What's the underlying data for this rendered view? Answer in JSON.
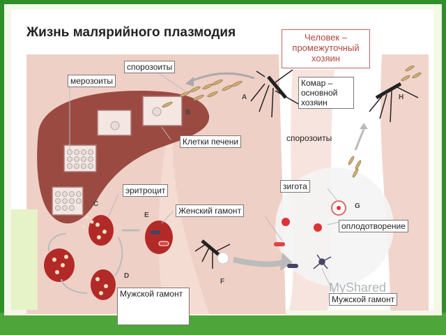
{
  "title": "Жизнь малярийного плазмодия",
  "host_intermediate": "Человек – промежуточный хозяин",
  "labels": {
    "sporozoites_top": "спорозоиты",
    "merozoites": "мерозоиты",
    "mosquito_main_host": "Комар – основной хозяин",
    "liver_cells": "Клетки печени",
    "sporozoites_right": "спорозоиты",
    "zygote": "зигота",
    "erythrocyte": "эритроцит",
    "female_gamont": "Женский гамонт",
    "fertilization": "оплодотворение",
    "male_gamont_left": "Мужской гамонт",
    "male_gamont_right": "Мужской гамонт"
  },
  "stage_letters": [
    "A",
    "B",
    "C",
    "D",
    "E",
    "F",
    "G",
    "H"
  ],
  "watermark": "MyShared",
  "colors": {
    "frame_green": "#2f8f2a",
    "liver": "#9b4a42",
    "skin": "#efd0c6",
    "blood_cell": "#b22a28",
    "host_text": "#b0463e"
  }
}
